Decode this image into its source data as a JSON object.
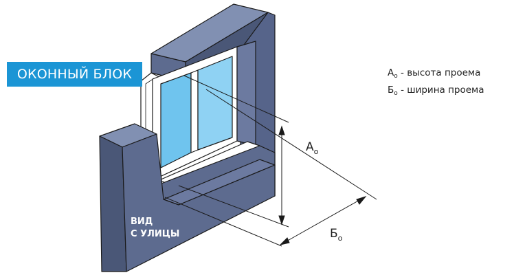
{
  "window_block_label": "ОКОННЫЙ БЛОК",
  "legend": {
    "height": {
      "symbol": "А",
      "sub": "о",
      "text": " - высота проема"
    },
    "width": {
      "symbol": "Б",
      "sub": "о",
      "text": " - ширина проема"
    }
  },
  "dimension_height": {
    "symbol": "А",
    "sub": "о"
  },
  "dimension_width": {
    "symbol": "Б",
    "sub": "о"
  },
  "street_view": {
    "line1": "ВИД",
    "line2": "С УЛИЦЫ"
  },
  "colors": {
    "wall_face": "#5d6b8f",
    "wall_side": "#4a5777",
    "wall_top": "#8190b2",
    "glass": "#6fc4ee",
    "frame": "#ffffff",
    "accent": "#1b95d5",
    "outline": "#1a1a1a"
  }
}
